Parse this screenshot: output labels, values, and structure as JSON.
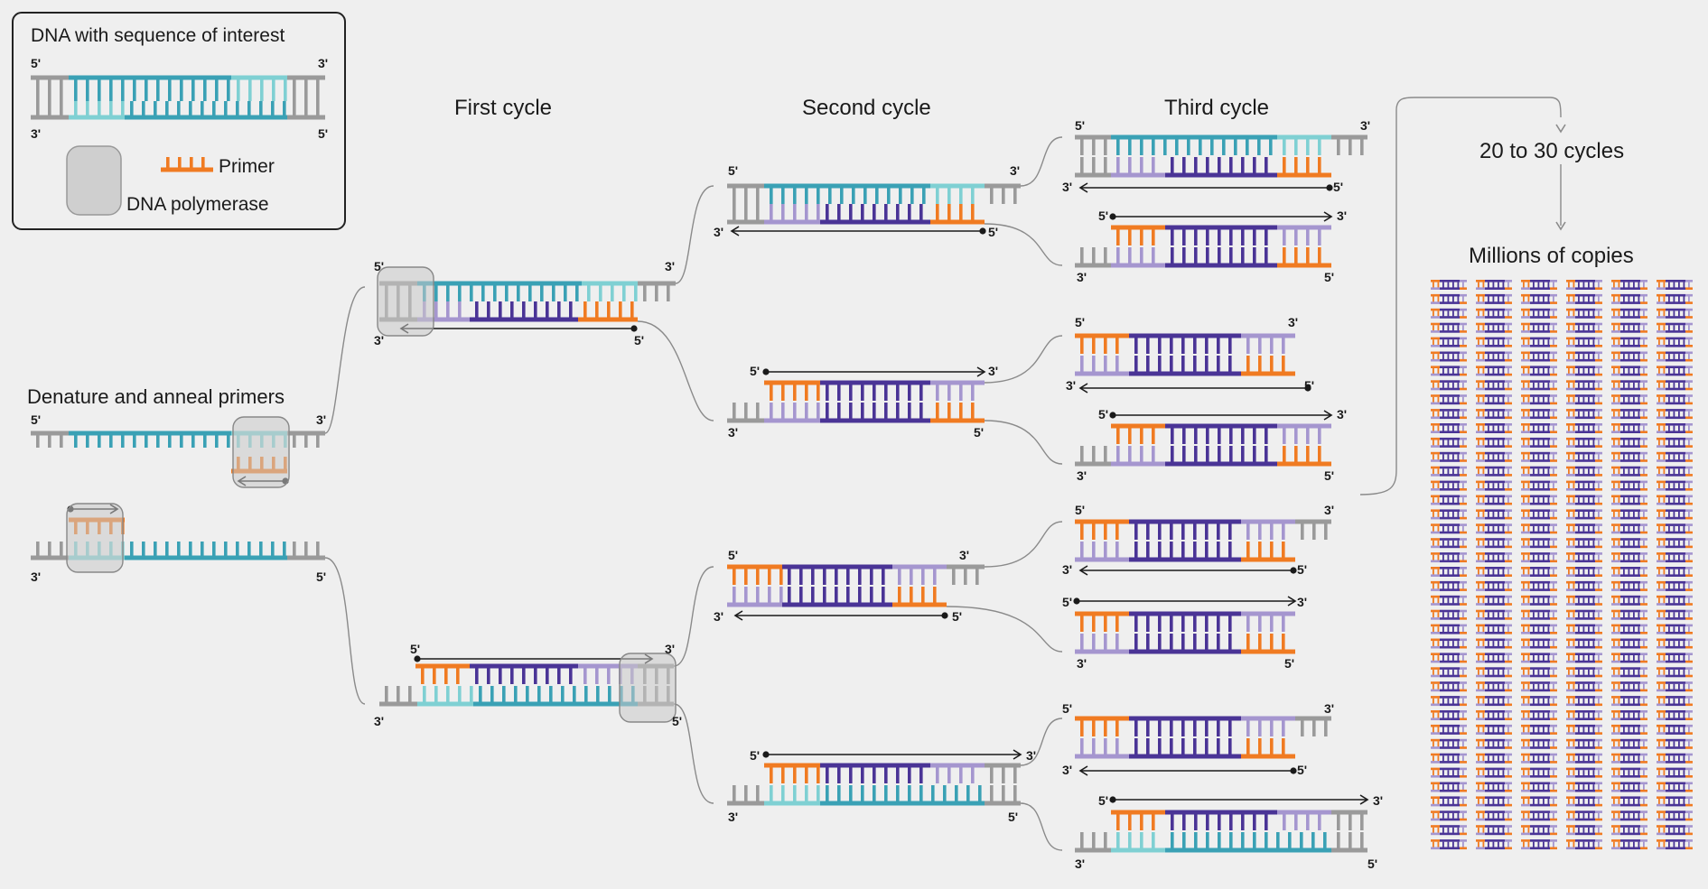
{
  "colors": {
    "background": "#efefef",
    "gray_strand": "#9a9a9a",
    "teal_dark": "#3aa1b5",
    "teal_light": "#7fd0d3",
    "purple_dark": "#4a3496",
    "purple_light": "#a596cf",
    "primer_orange": "#f07b22",
    "polymerase_fill": "#c9c9c9",
    "arrow": "#1a1a1a",
    "connector": "#8a8a8a"
  },
  "legend": {
    "title": "DNA with sequence of interest",
    "primer_label": "Primer",
    "polymerase_label": "DNA polymerase",
    "top_left_end": "5'",
    "top_right_end": "3'",
    "bottom_left_end": "3'",
    "bottom_right_end": "5'",
    "primer_icon": "primer-icon",
    "polymerase_icon": "polymerase-icon"
  },
  "stages": {
    "denature": "Denature and anneal primers",
    "first_cycle": "First cycle",
    "second_cycle": "Second cycle",
    "third_cycle": "Third cycle",
    "repeat": "20 to 30 cycles",
    "result": "Millions of copies"
  },
  "end_labels": {
    "five_prime": "5'",
    "three_prime": "3'"
  }
}
